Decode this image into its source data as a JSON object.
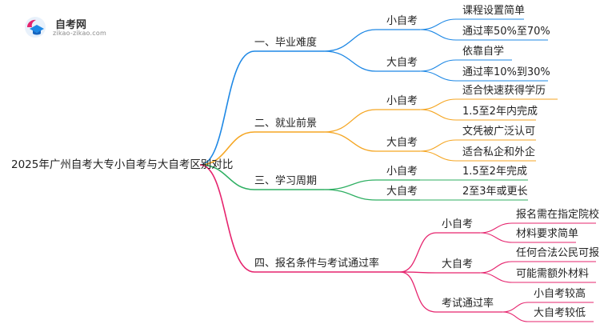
{
  "logo": {
    "title": "自考网",
    "subtitle": "zikao-zikao.com"
  },
  "colors": {
    "blue": "#1E88E5",
    "orange": "#F5A623",
    "green": "#2EAF62",
    "pink": "#E6246E"
  },
  "mindmap": {
    "root": "2025年广州自考大专小自考与大自考区别对比",
    "branches": [
      {
        "label": "一、毕业难度",
        "children": [
          {
            "label": "小自考",
            "children": [
              "课程设置简单",
              "通过率50%至70%"
            ]
          },
          {
            "label": "大自考",
            "children": [
              "依靠自学",
              "通过率10%到30%"
            ]
          }
        ]
      },
      {
        "label": "二、就业前景",
        "children": [
          {
            "label": "小自考",
            "children": [
              "适合快速获得学历",
              "1.5至2年内完成"
            ]
          },
          {
            "label": "大自考",
            "children": [
              "文凭被广泛认可",
              "适合私企和外企"
            ]
          }
        ]
      },
      {
        "label": "三、学习周期",
        "children": [
          {
            "label": "小自考",
            "children": [
              "1.5至2年完成"
            ]
          },
          {
            "label": "大自考",
            "children": [
              "2至3年或更长"
            ]
          }
        ]
      },
      {
        "label": "四、报名条件与考试通过率",
        "children": [
          {
            "label": "小自考",
            "children": [
              "报名需在指定院校",
              "材料要求简单"
            ]
          },
          {
            "label": "大自考",
            "children": [
              "任何合法公民可报",
              "可能需额外材料"
            ]
          },
          {
            "label": "考试通过率",
            "children": [
              "小自考较高",
              "大自考较低"
            ]
          }
        ]
      }
    ]
  }
}
